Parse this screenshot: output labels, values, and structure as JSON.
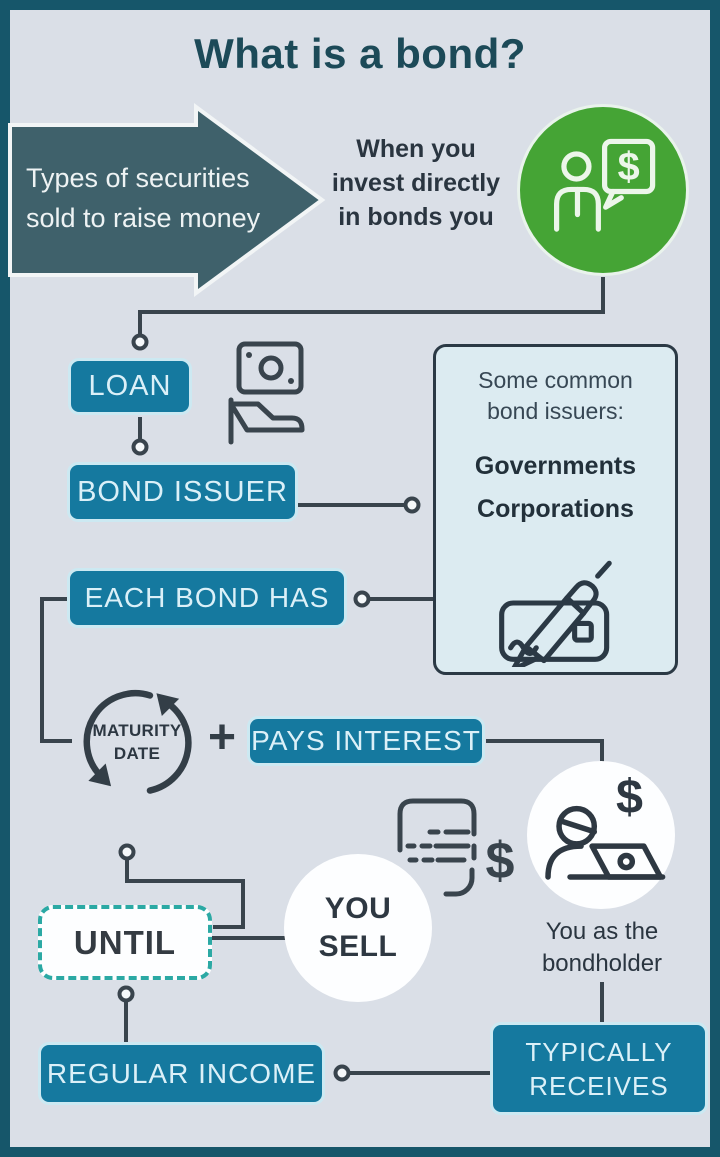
{
  "title": "What is a bond?",
  "arrow_callout": {
    "line1": "Types of securities",
    "line2": "sold to raise money"
  },
  "intro": {
    "line1": "When you",
    "line2": "invest directly",
    "line3": "in bonds you"
  },
  "flow": {
    "loan": "LOAN",
    "bond_issuer": "BOND ISSUER",
    "each_bond_has": "EACH BOND HAS",
    "maturity": {
      "line1": "MATURITY",
      "line2": "DATE"
    },
    "pays_interest": "PAYS INTEREST",
    "you_sell": {
      "line1": "YOU",
      "line2": "SELL"
    },
    "until": "UNTIL",
    "regular_income": "REGULAR INCOME",
    "typically_receives": {
      "line1": "TYPICALLY",
      "line2": "RECEIVES"
    },
    "bondholder_caption": {
      "line1": "You as the",
      "line2": "bondholder"
    }
  },
  "issuers_box": {
    "heading_line1": "Some common",
    "heading_line2": "bond issuers:",
    "issuers": [
      "Governments",
      "Corporations"
    ]
  },
  "icons": {
    "dollar_glyph": "$",
    "plus_glyph": "+",
    "investor_icon": "person-with-dollar-speech-bubble",
    "cash_icon": "banknote-in-hand",
    "signing_icon": "pen-signing-document",
    "maturity_cycle_icon": "circular-arrows",
    "sell_statement_icon": "phone-receipt-with-dollar",
    "bondholder_icon": "person-at-laptop-with-dollar"
  },
  "colors": {
    "background": "#dadfe7",
    "frame_border": "#16566a",
    "button_teal": "#15799f",
    "button_text": "#dbf0f8",
    "arrow_slate": "#3f616b",
    "title_teal": "#1c4a58",
    "line_dark": "#39444d",
    "green": "#45a435",
    "dashed_teal": "#2ba9a4",
    "issuers_box_fill": "#dcebf1"
  }
}
